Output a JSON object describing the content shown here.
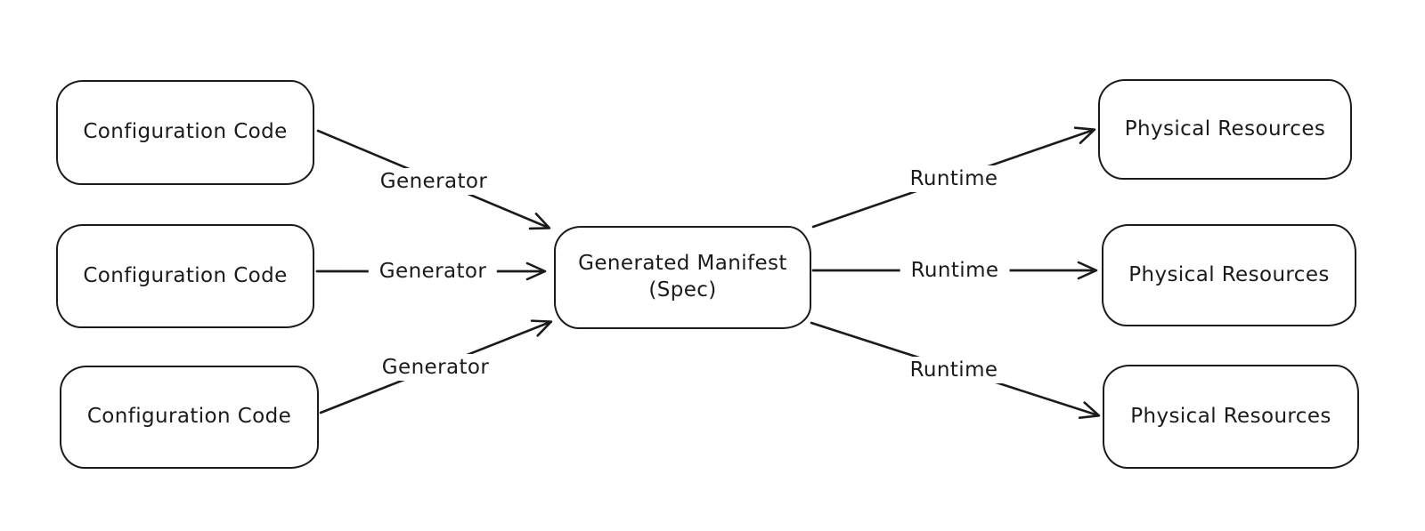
{
  "diagram": {
    "type": "flow-diagram",
    "background_color": "#ffffff",
    "stroke_color": "#1b1b1b",
    "nodes": [
      {
        "id": "configuration-code-1",
        "label": "Configuration Code"
      },
      {
        "id": "configuration-code-2",
        "label": "Configuration Code"
      },
      {
        "id": "configuration-code-3",
        "label": "Configuration Code"
      },
      {
        "id": "generated-manifest",
        "label": "Generated Manifest",
        "sublabel": "(Spec)"
      },
      {
        "id": "physical-resources-1",
        "label": "Physical Resources"
      },
      {
        "id": "physical-resources-2",
        "label": "Physical Resources"
      },
      {
        "id": "physical-resources-3",
        "label": "Physical Resources"
      }
    ],
    "edges": [
      {
        "from": "configuration-code-1",
        "to": "generated-manifest",
        "label": "Generator"
      },
      {
        "from": "configuration-code-2",
        "to": "generated-manifest",
        "label": "Generator"
      },
      {
        "from": "configuration-code-3",
        "to": "generated-manifest",
        "label": "Generator"
      },
      {
        "from": "generated-manifest",
        "to": "physical-resources-1",
        "label": "Runtime"
      },
      {
        "from": "generated-manifest",
        "to": "physical-resources-2",
        "label": "Runtime"
      },
      {
        "from": "generated-manifest",
        "to": "physical-resources-3",
        "label": "Runtime"
      }
    ]
  }
}
